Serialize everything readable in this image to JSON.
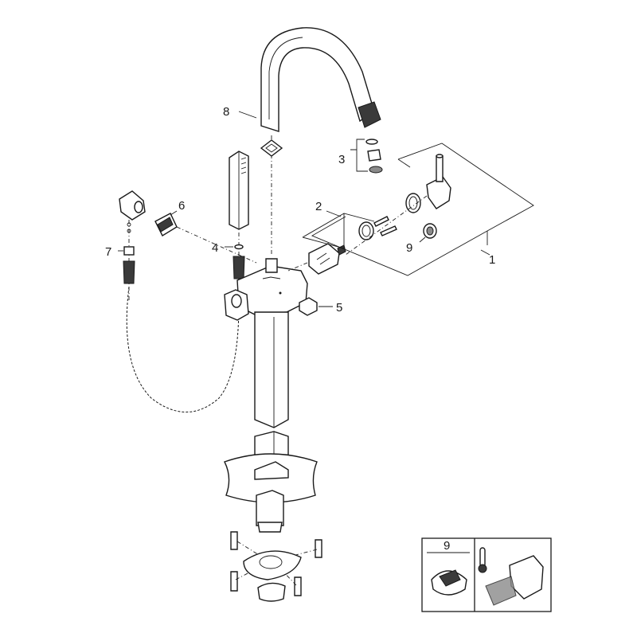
{
  "labels": {
    "l1": "1",
    "l2": "2",
    "l3": "3",
    "l4": "4",
    "l5": "5",
    "l6": "6",
    "l7": "7",
    "l8": "8",
    "l9": "9"
  },
  "inset": {
    "label": "9"
  }
}
